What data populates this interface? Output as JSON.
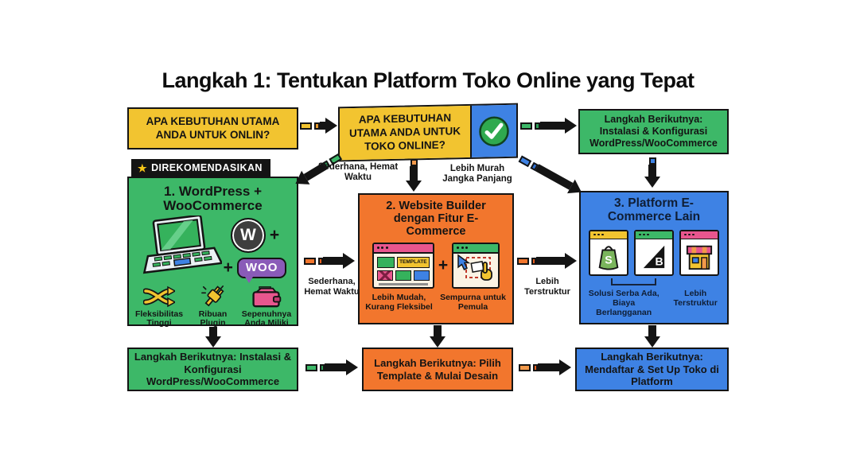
{
  "title": "Langkah 1: Tentukan Platform Toko Online yang Tepat",
  "top_row": {
    "question_left": "APA KEBUTUHAN UTAMA ANDA UNTUK ONLIN?",
    "question_main": "APA KEBUTUHAN UTAMA ANDA UNTUK TOKO ONLINE?",
    "next_step_top": "Langkah Berikutnya: Instalasi & Konfigurasi WordPress/WooCommerce"
  },
  "recommended_badge": {
    "star": "★",
    "label": "DIREKOMENDASIKAN"
  },
  "options": {
    "wordpress": {
      "title": "1. WordPress + WooCommerce",
      "wp_letter": "W",
      "plus1": "+",
      "plus2": "+",
      "woo_label": "WOO",
      "features": [
        {
          "label": "Fleksibilitas Tinggi"
        },
        {
          "label": "Ribuan Plugin"
        },
        {
          "label": "Sepenuhnya Anda Miliki"
        }
      ]
    },
    "builder": {
      "title": "2. Website Builder dengan Fitur E-Commerce",
      "template_chip": "TEMPLATE",
      "plus": "+",
      "caption_left": "Lebih Mudah, Kurang Fleksibel",
      "caption_right": "Sempurna untuk Pemula"
    },
    "platform": {
      "title": "3. Platform E-Commerce Lain",
      "shopify_letter": "S",
      "bigcommerce_letter": "B",
      "caption_left": "Solusi Serba Ada, Biaya Berlangganan",
      "caption_right": "Lebih Terstruktur"
    }
  },
  "arrow_labels": {
    "main_to_wordpress": "Sederhana, Hemat Waktu",
    "main_to_builder": "Lebih Murah Jangka Panjang",
    "wordpress_to_builder": "Sederhana, Hemat Waktu",
    "builder_to_platform": "Lebih Terstruktur"
  },
  "next_steps": {
    "wordpress": "Langkah Berikutnya: Instalasi & Konfigurasi WordPress/WooCommerce",
    "builder": "Langkah Berikutnya: Pilih Template & Mulai Desain",
    "platform": "Langkah Berikutnya: Mendaftar & Set Up Toko di Platform"
  },
  "colors": {
    "yellow": "#F2C430",
    "green": "#3DB868",
    "orange": "#F2762D",
    "blue": "#3E82E4",
    "woo_purple": "#8A5BB8",
    "pink": "#E8568E",
    "check_green": "#2FA94F",
    "black": "#141414"
  }
}
